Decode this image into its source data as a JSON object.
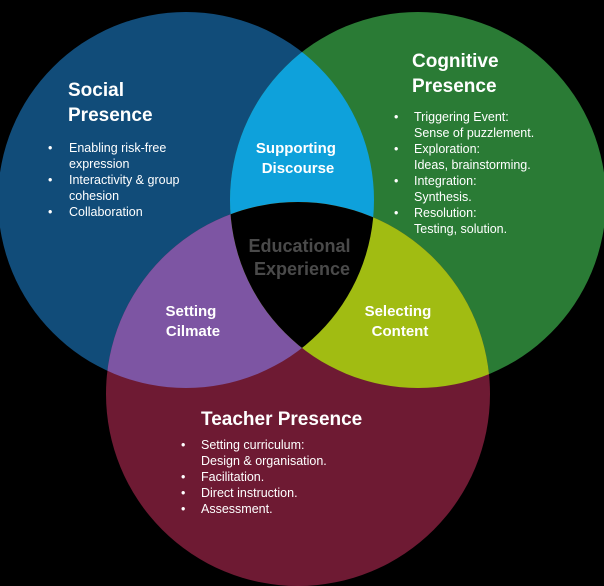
{
  "colors": {
    "background": "#000000",
    "social": "#114c79",
    "cognitive": "#2a7b35",
    "teacher": "#6e1a33",
    "social_cognitive": "#0ea1db",
    "social_teacher": "#7d55a3",
    "cognitive_teacher": "#a1bc12",
    "center": "#000000"
  },
  "social": {
    "title_lines": [
      "Social",
      "Presence"
    ],
    "bullets": [
      [
        "Enabling risk-free",
        "expression"
      ],
      [
        "Interactivity & group",
        "cohesion"
      ],
      [
        "Collaboration"
      ]
    ]
  },
  "cognitive": {
    "title_lines": [
      "Cognitive",
      "Presence"
    ],
    "bullets": [
      [
        "Triggering Event:",
        "Sense of puzzlement."
      ],
      [
        "Exploration:",
        "Ideas, brainstorming."
      ],
      [
        "Integration:",
        "Synthesis."
      ],
      [
        "Resolution:",
        "Testing, solution."
      ]
    ]
  },
  "teacher": {
    "title_lines": [
      "Teacher Presence"
    ],
    "bullets": [
      [
        "Setting curriculum:",
        "Design & organisation."
      ],
      [
        "Facilitation."
      ],
      [
        "Direct instruction."
      ],
      [
        "Assessment."
      ]
    ]
  },
  "overlaps": {
    "social_cognitive": [
      "Supporting",
      "Discourse"
    ],
    "social_teacher": [
      "Setting",
      "Cilmate"
    ],
    "cognitive_teacher": [
      "Selecting",
      "Content"
    ],
    "center": [
      "Educational",
      "Experience"
    ]
  }
}
